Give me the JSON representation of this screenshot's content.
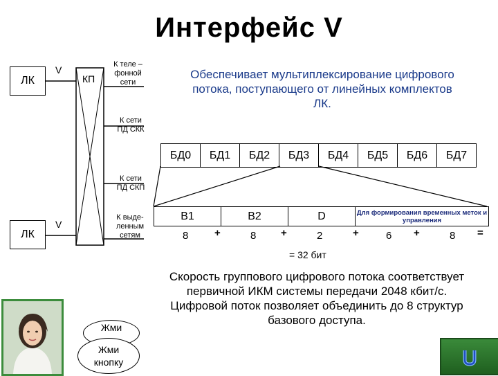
{
  "title": "Интерфейс V",
  "left_diagram": {
    "lk_top": "ЛК",
    "lk_bottom": "ЛК",
    "kp": "КП",
    "v_top": "V",
    "v_bottom": "V",
    "out_1": "К теле – фонной сети",
    "out_2": "К сети ПД СКК",
    "out_3": "К сети ПД СКП",
    "out_4": "К выде- ленным сетям"
  },
  "description_top": "Обеспечивает мультиплексирование цифрового потока, поступающего от линейных комплектов ЛК.",
  "bd_cells": [
    "БД0",
    "БД1",
    "БД2",
    "БД3",
    "БД4",
    "БД5",
    "БД6",
    "БД7"
  ],
  "frame": {
    "b1": "B1",
    "b2": "B2",
    "d": "D",
    "service": "Для формирования временных меток и управления"
  },
  "bits": {
    "n1": "8",
    "n2": "8",
    "n3": "2",
    "n4": "6",
    "n5": "8",
    "plus": "+",
    "equals": "=",
    "total": "= 32 бит"
  },
  "description_bottom": "Скорость группового цифрового потока соответствует первичной ИКМ системы передачи 2048 кбит/с. Цифровой поток позволяет объединить до 8 структур базового доступа.",
  "helper": {
    "bubble_back": "Жми",
    "bubble_front": "Жми кнопку"
  },
  "colors": {
    "button_green": "#2f7a2f",
    "avatar_border": "#3c8c3c"
  }
}
